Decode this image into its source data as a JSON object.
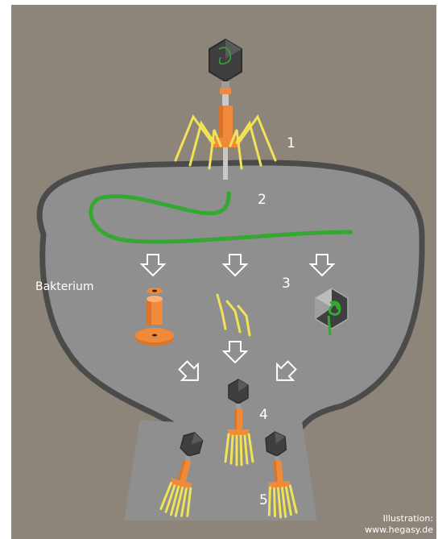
{
  "labels": {
    "bacterium": "Bakterium",
    "step1": "1",
    "step2": "2",
    "step3": "3",
    "step4": "4",
    "step5": "5"
  },
  "credit": {
    "line1": "Illustration:",
    "line2": "www.hegasy.de"
  },
  "colors": {
    "background": "#8e857a",
    "bacterium": "#8f8f8f",
    "bacterium_outline": "#4b4b4b",
    "capsid": "#404040",
    "tail": "#f08a3a",
    "fibers": "#f2e255",
    "dna": "#34a832",
    "arrow": "#ffffff"
  },
  "icons": [
    "phage-icon",
    "arrow-down-icon",
    "dna-strand-icon"
  ]
}
